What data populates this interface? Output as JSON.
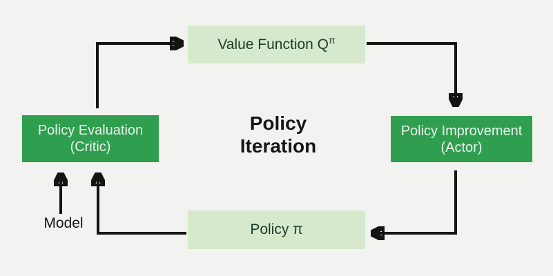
{
  "diagram": {
    "title": {
      "line1": "Policy",
      "line2": "Iteration"
    },
    "boxes": {
      "value_function": {
        "label": "Value Function Q",
        "sup": "π"
      },
      "policy_evaluation": {
        "line1": "Policy Evaluation",
        "line2": "(Critic)"
      },
      "policy_improvement": {
        "line1": "Policy Improvement",
        "line2": "(Actor)"
      },
      "policy": {
        "label": "Policy π"
      }
    },
    "labels": {
      "model": "Model"
    },
    "colors": {
      "background": "#f2f2f0",
      "dark_green_box": "#2f9e4f",
      "light_green_box": "#d6e9cc",
      "dark_box_text": "#e9f5ec",
      "light_box_text": "#1c3a26",
      "arrow": "#141414",
      "title_text": "#151515"
    }
  }
}
